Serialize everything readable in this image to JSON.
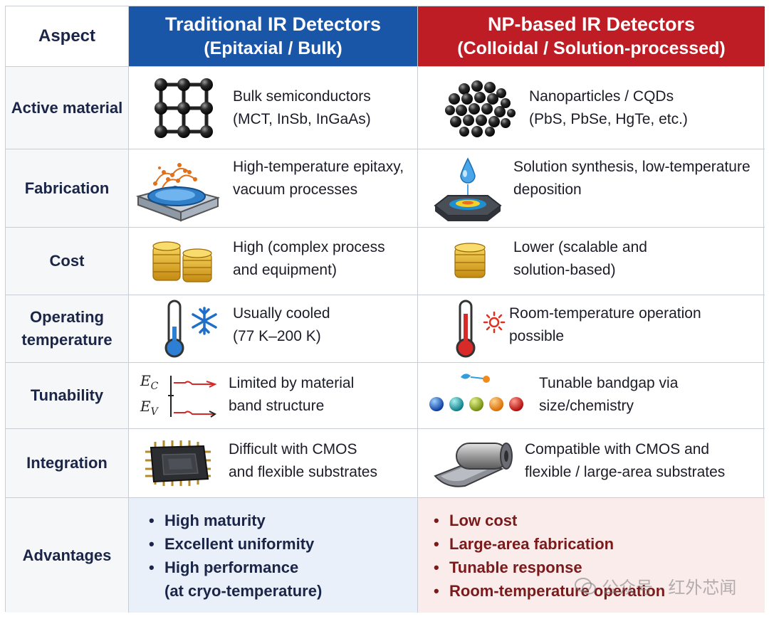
{
  "header": {
    "aspect_label": "Aspect",
    "traditional": {
      "line1": "Traditional IR Detectors",
      "line2": "(Epitaxial / Bulk)"
    },
    "np": {
      "line1": "NP-based IR Detectors",
      "line2": "(Colloidal / Solution-processed)"
    }
  },
  "rows": [
    {
      "aspect": "Active material",
      "traditional": {
        "text": "Bulk semiconductors\n(MCT, InSb, InGaAs)",
        "icon": "crystal-lattice-icon"
      },
      "np": {
        "text": "Nanoparticles / CQDs\n(PbS, PbSe, HgTe, etc.)",
        "icon": "nanoparticle-cluster-icon"
      }
    },
    {
      "aspect": "Fabrication",
      "traditional": {
        "text": "High-temperature epitaxy,\nvacuum processes",
        "icon": "epitaxy-wafer-icon"
      },
      "np": {
        "text": "Solution synthesis, low-temperature\ndeposition",
        "icon": "droplet-deposition-icon"
      }
    },
    {
      "aspect": "Cost",
      "traditional": {
        "text": "High (complex process\nand equipment)",
        "icon": "coin-stacks-icon"
      },
      "np": {
        "text": "Lower (scalable and\nsolution-based)",
        "icon": "coin-stack-icon"
      }
    },
    {
      "aspect": "Operating\ntemperature",
      "traditional": {
        "text": "Usually cooled\n(77 K–200 K)",
        "icon": "cold-thermometer-icon"
      },
      "np": {
        "text": "Room-temperature operation\npossible",
        "icon": "warm-thermometer-icon"
      }
    },
    {
      "aspect": "Tunability",
      "traditional": {
        "text": "Limited by material\nband structure",
        "icon": "band-diagram-icon",
        "ec": "E",
        "ec_sub": "C",
        "ev": "E",
        "ev_sub": "V"
      },
      "np": {
        "text": "Tunable bandgap via\nsize/chemistry",
        "icon": "colored-dots-icon"
      }
    },
    {
      "aspect": "Integration",
      "traditional": {
        "text": "Difficult with CMOS\nand flexible substrates",
        "icon": "cmos-chip-icon"
      },
      "np": {
        "text": "Compatible with CMOS and\nflexible / large-area substrates",
        "icon": "flexible-film-icon"
      }
    },
    {
      "aspect": "Advantages"
    }
  ],
  "advantages": {
    "traditional": [
      "High maturity",
      "Excellent uniformity",
      "High performance\n(at cryo-temperature)"
    ],
    "np": [
      "Low cost",
      "Large-area fabrication",
      "Tunable response",
      "Room-temperature operation"
    ]
  },
  "watermark": {
    "text": "公众号 · 红外芯闻",
    "icon": "wechat-icon"
  },
  "colors": {
    "traditional_header": "#1a56a8",
    "np_header": "#bf1d25",
    "traditional_adv_bg": "#e9f0fa",
    "np_adv_bg": "#fbecec"
  }
}
